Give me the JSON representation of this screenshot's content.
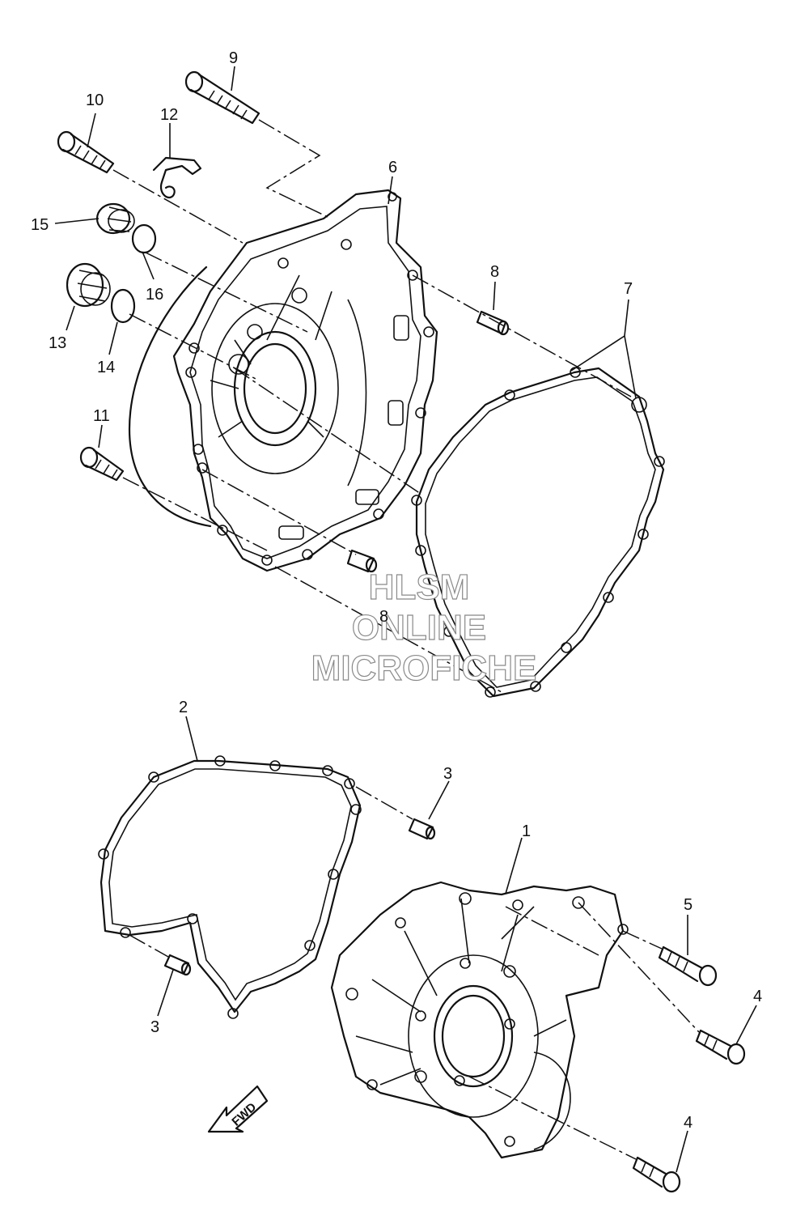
{
  "callouts": [
    {
      "id": "c1",
      "label": "1"
    },
    {
      "id": "c2",
      "label": "2"
    },
    {
      "id": "c3a",
      "label": "3"
    },
    {
      "id": "c3b",
      "label": "3"
    },
    {
      "id": "c4a",
      "label": "4"
    },
    {
      "id": "c4b",
      "label": "4"
    },
    {
      "id": "c5",
      "label": "5"
    },
    {
      "id": "c6",
      "label": "6"
    },
    {
      "id": "c7",
      "label": "7"
    },
    {
      "id": "c8a",
      "label": "8"
    },
    {
      "id": "c8b",
      "label": "8"
    },
    {
      "id": "c9",
      "label": "9"
    },
    {
      "id": "c10",
      "label": "10"
    },
    {
      "id": "c11",
      "label": "11"
    },
    {
      "id": "c12",
      "label": "12"
    },
    {
      "id": "c13",
      "label": "13"
    },
    {
      "id": "c14",
      "label": "14"
    },
    {
      "id": "c15",
      "label": "15"
    },
    {
      "id": "c16",
      "label": "16"
    }
  ],
  "fwd_label": "FWD",
  "watermark": {
    "line1": "HLSM",
    "line2": "ONLINE",
    "line3": "MICROFICHE"
  },
  "colors": {
    "ink": "#111111",
    "watermark": "#8a8a8a"
  }
}
